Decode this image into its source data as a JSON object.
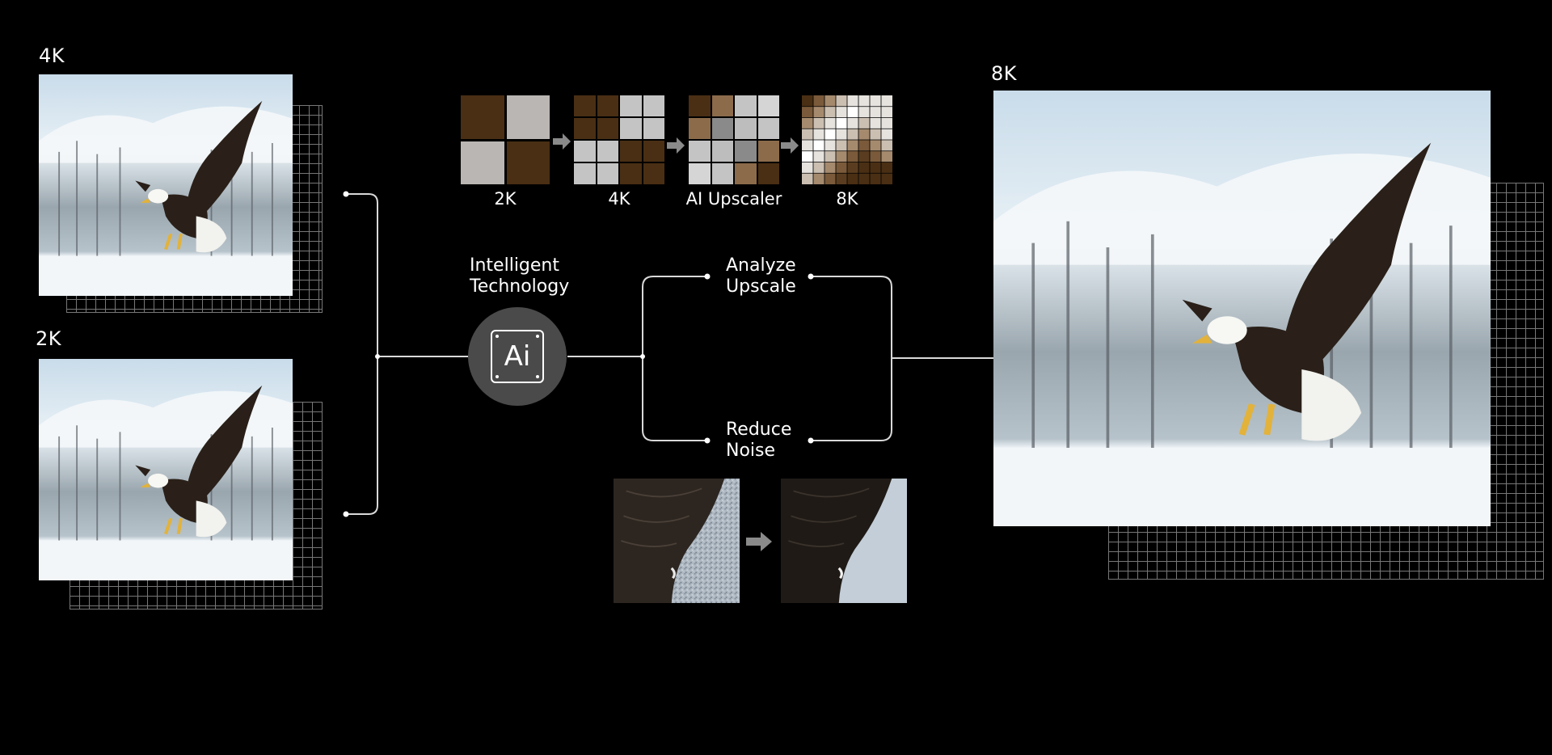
{
  "inputs": {
    "top_label": "4K",
    "bottom_label": "2K"
  },
  "center": {
    "tech_label_line1": "Intelligent",
    "tech_label_line2": "Technology",
    "chip_text": "Ai"
  },
  "branches": {
    "top_line1": "Analyze",
    "top_line2": "Upscale",
    "bottom_line1": "Reduce",
    "bottom_line2": "Noise"
  },
  "pixel_steps": {
    "captions": [
      "2K",
      "4K",
      "AI Upscaler",
      "8K"
    ]
  },
  "output": {
    "label": "8K"
  },
  "colors": {
    "background": "#000000",
    "line": "#d9d9d9",
    "circle": "#4a4a4a",
    "brown": "#4a2f14",
    "light": "#c4c4c4",
    "arrow": "#8a8a8a"
  }
}
